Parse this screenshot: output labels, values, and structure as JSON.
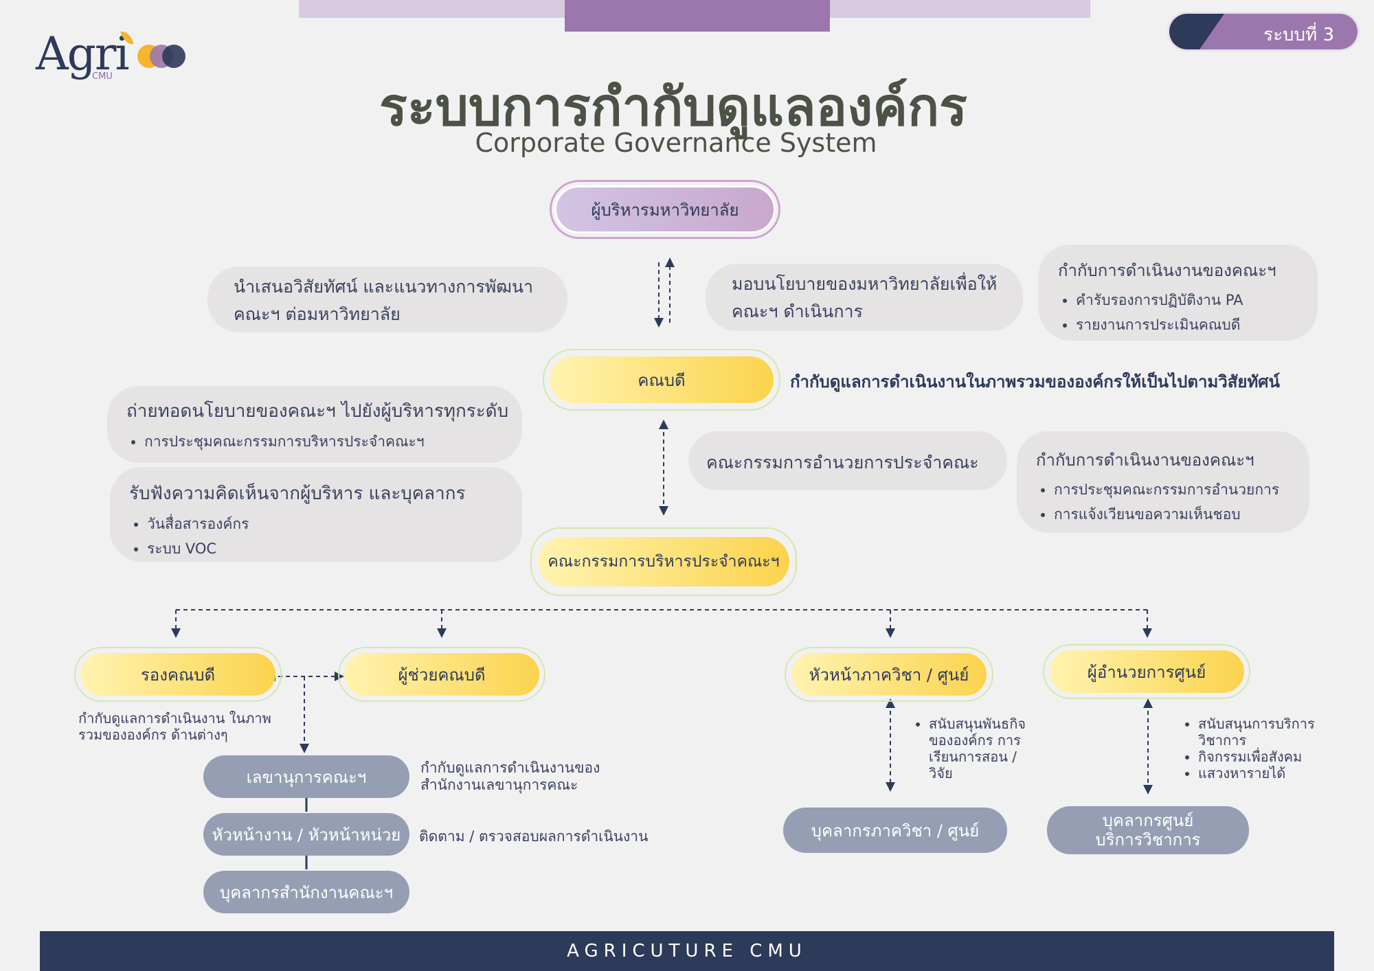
{
  "colors": {
    "navy": "#2e3a5a",
    "purple": "#9b77ad",
    "lavender": "#d9c9e0",
    "yellow": "#fbd34d",
    "grey_node": "#959eb2",
    "info_bg": "#e6e3e4",
    "title": "#4c5245"
  },
  "logo": {
    "text": "Agri",
    "sub": "CMU",
    "dot_colors": [
      "#f5b52c",
      "#9b77ad",
      "#2e3a5a"
    ]
  },
  "badge": {
    "label": "ระบบที่ 3"
  },
  "header": {
    "title": "ระบบการกำกับดูแลองค์กร",
    "subtitle": "Corporate Governance System"
  },
  "nodes": {
    "university": "ผู้บริหารมหาวิทยาลัย",
    "dean": "คณบดี",
    "exec_committee": "คณะกรรมการบริหารประจำคณะฯ",
    "vice_dean": "รองคณบดี",
    "assistant_dean": "ผู้ช่วยคณบดี",
    "dept_head": "หัวหน้าภาควิชา / ศูนย์",
    "center_director": "ผู้อำนวยการศูนย์",
    "secretary": "เลขานุการคณะฯ",
    "section_head": "หัวหน้างาน / หัวหน้าหน่วย",
    "office_staff": "บุคลากรสำนักงานคณะฯ",
    "dept_staff": "บุคลากรภาควิชา / ศูนย์",
    "center_staff_1": "บุคลากรศูนย์",
    "center_staff_2": "บริการวิชาการ"
  },
  "info": {
    "present_vision": {
      "line1": "นำเสนอวิสัยทัศน์ และแนวทางการพัฒนา",
      "line2": "คณะฯ ต่อมหาวิทยาลัย"
    },
    "assign_policy": {
      "line1": "มอบนโยบายของมหาวิทยาลัยเพื่อให้",
      "line2": "คณะฯ ดำเนินการ"
    },
    "supervise_uni": {
      "title": "กำกับการดำเนินงานของคณะฯ",
      "items": [
        "คำรับรองการปฏิบัติงาน PA",
        "รายงานการประเมินคณบดี"
      ]
    },
    "dean_role": "กำกับดูแลการดำเนินงานในภาพรวมขององค์กรให้เป็นไปตามวิสัยทัศน์",
    "cascade": {
      "title": "ถ่ายทอดนโยบายของคณะฯ ไปยังผู้บริหารทุกระดับ",
      "items": [
        "การประชุมคณะกรรมการบริหารประจำคณะฯ"
      ]
    },
    "listen": {
      "title": "รับฟังความคิดเห็นจากผู้บริหาร และบุคลากร",
      "items": [
        "วันสื่อสารองค์กร",
        "ระบบ VOC"
      ]
    },
    "admin_committee": "คณะกรรมการอำนวยการประจำคณะ",
    "supervise_admin": {
      "title": "กำกับการดำเนินงานของคณะฯ",
      "items": [
        "การประชุมคณะกรรมการอำนวยการ",
        "การแจ้งเวียนขอความเห็นชอบ"
      ]
    },
    "vice_dean_role": {
      "line1": "กำกับดูแลการดำเนินงาน ในภาพ",
      "line2": "รวมขององค์กร ด้านต่างๆ"
    },
    "secretary_role": {
      "line1": "กำกับดูแลการดำเนินงานของ",
      "line2": "สำนักงานเลขานุการคณะ"
    },
    "section_role": "ติดตาม / ตรวจสอบผลการดำเนินงาน",
    "dept_support": [
      "สนับสนุนพันธกิจ",
      "ขององค์กร การ",
      "เรียนการสอน /",
      "วิจัย"
    ],
    "center_support": [
      "สนับสนุนการบริการ",
      "วิชาการ",
      "กิจกรรมเพื่อสังคม",
      "แสวงหารายได้"
    ]
  },
  "footer": {
    "text": "AGRICUTURE CMU"
  }
}
